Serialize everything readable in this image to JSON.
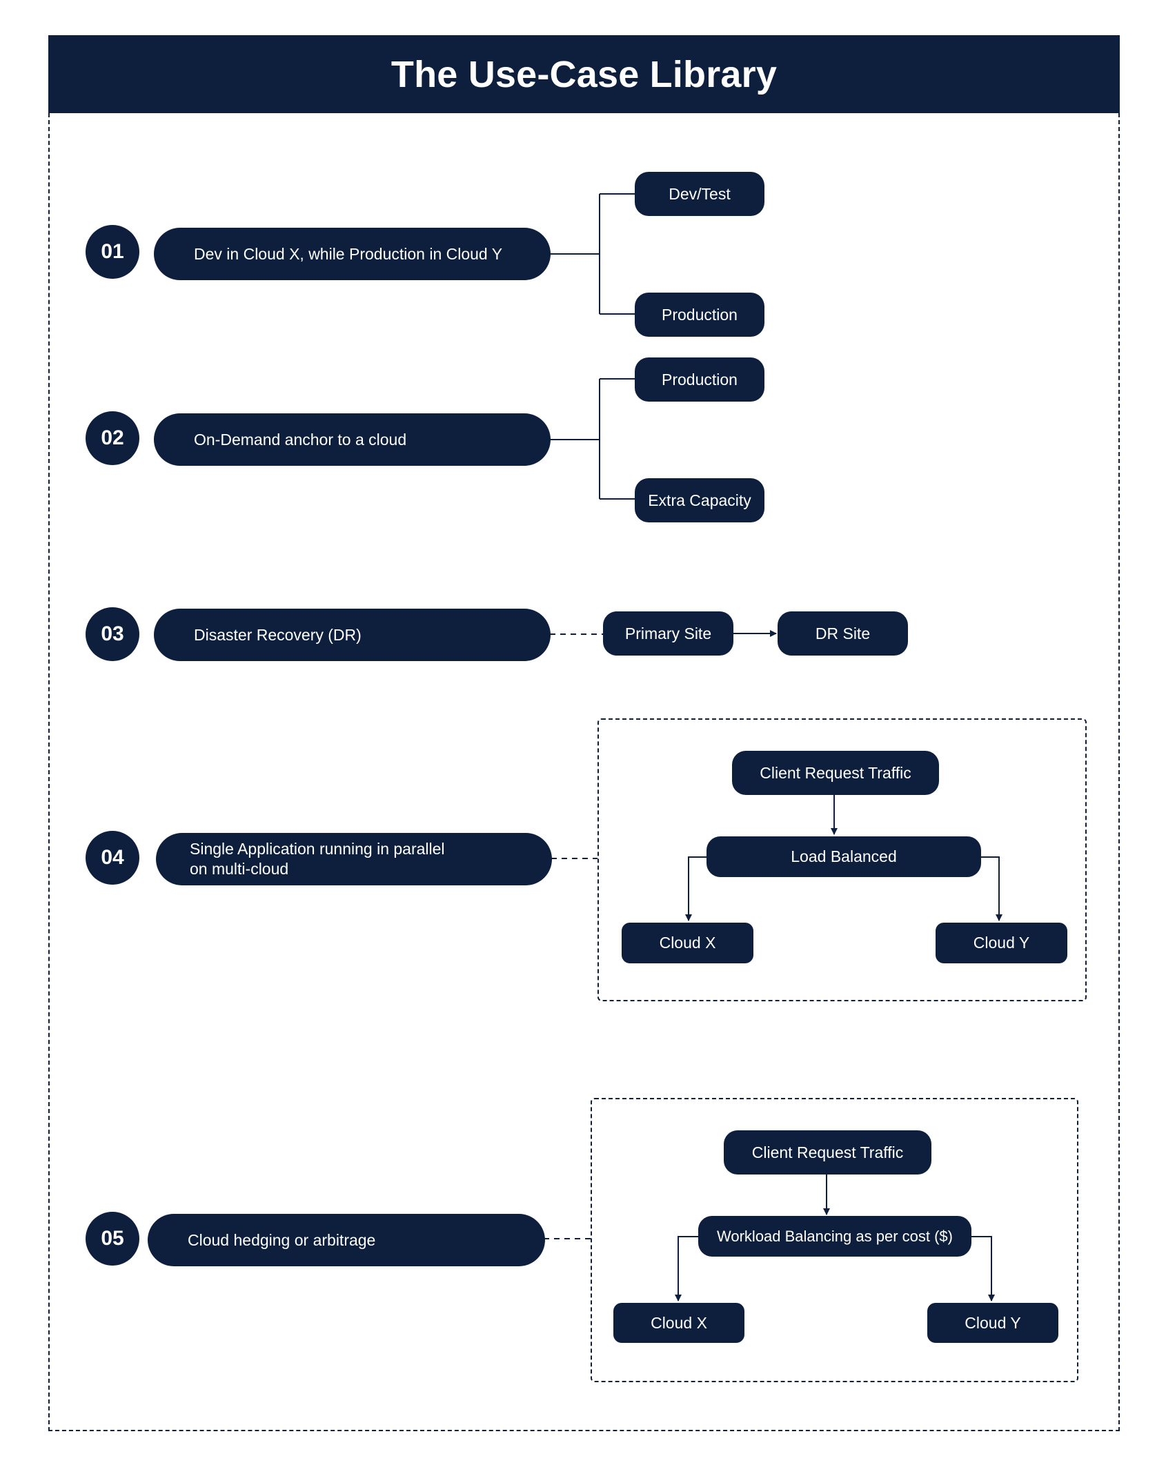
{
  "title": "The Use-Case Library",
  "use_cases": [
    {
      "number": "01",
      "label": "Dev in Cloud X, while Production in Cloud Y",
      "branches": [
        "Dev/Test",
        "Production"
      ]
    },
    {
      "number": "02",
      "label": "On-Demand anchor to a cloud",
      "branches": [
        "Production",
        "Extra Capacity"
      ]
    },
    {
      "number": "03",
      "label": "Disaster Recovery (DR)",
      "flow": [
        "Primary Site",
        "DR Site"
      ]
    },
    {
      "number": "04",
      "label_line1": "Single Application running in parallel",
      "label_line2": "on multi-cloud",
      "diagram": {
        "source": "Client Request Traffic",
        "balancer": "Load Balanced",
        "targets": [
          "Cloud X",
          "Cloud Y"
        ]
      }
    },
    {
      "number": "05",
      "label": "Cloud hedging or arbitrage",
      "diagram": {
        "source": "Client Request Traffic",
        "balancer": "Workload Balancing as per cost ($)",
        "targets": [
          "Cloud X",
          "Cloud Y"
        ]
      }
    }
  ],
  "colors": {
    "primary": "#0d1f3c",
    "background": "#ffffff",
    "text": "#ffffff"
  }
}
